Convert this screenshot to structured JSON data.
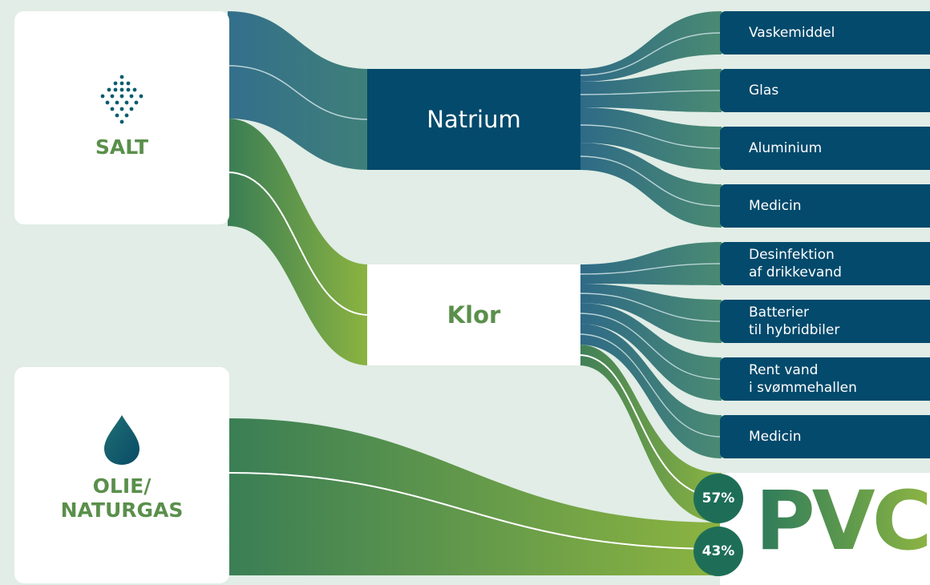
{
  "sources": {
    "salt": {
      "label": "SALT",
      "icon": "salt-dots-icon"
    },
    "olie": {
      "label": "OLIE/ NATURGAS",
      "lines": [
        "OLIE/",
        "NATURGAS"
      ],
      "icon": "oil-drop-icon"
    }
  },
  "hubs": {
    "natrium": {
      "label": "Natrium"
    },
    "klor": {
      "label": "Klor"
    }
  },
  "products": [
    {
      "lines": [
        "Vaskemiddel"
      ]
    },
    {
      "lines": [
        "Glas"
      ]
    },
    {
      "lines": [
        "Aluminium"
      ]
    },
    {
      "lines": [
        "Medicin"
      ]
    },
    {
      "lines": [
        "Desinfektion",
        "af drikkevand"
      ]
    },
    {
      "lines": [
        "Batterier",
        "til hybridbiler"
      ]
    },
    {
      "lines": [
        "Rent vand",
        "i svømmehallen"
      ]
    },
    {
      "lines": [
        "Medicin"
      ]
    }
  ],
  "result": {
    "label": "PVC",
    "shares": [
      {
        "label": "57%",
        "value": 57,
        "from": "Klor"
      },
      {
        "label": "43%",
        "value": 43,
        "from": "OLIE/NATURGAS"
      }
    ]
  },
  "colors": {
    "background": "#e1ede6",
    "navy": "#034a6c",
    "green_text": "#5a8f4b",
    "teal": "#3e8278",
    "lime": "#8db443",
    "badge": "#1e6e57"
  }
}
